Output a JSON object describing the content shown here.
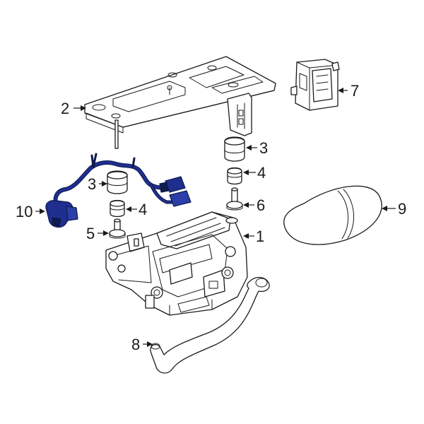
{
  "callouts": {
    "c1": "1",
    "c2": "2",
    "c3a": "3",
    "c3b": "3",
    "c4a": "4",
    "c4b": "4",
    "c5": "5",
    "c6": "6",
    "c7": "7",
    "c8": "8",
    "c9": "9",
    "c10": "10"
  },
  "colors": {
    "line": "#1a1a1a",
    "highlight": "#1f2f8f",
    "highlight_dark": "#0f1a4d",
    "background": "#ffffff"
  }
}
